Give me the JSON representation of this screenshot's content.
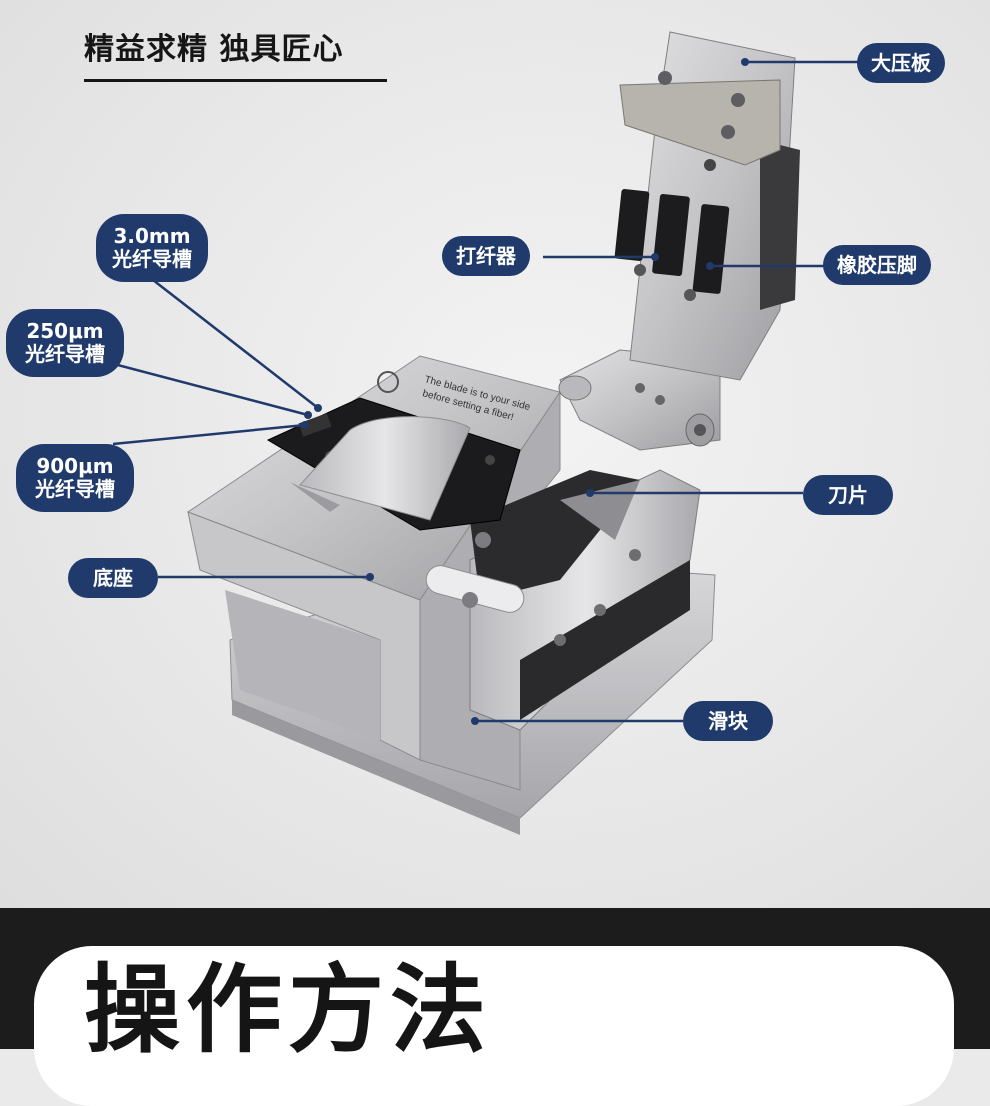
{
  "header": {
    "title": "精益求精  独具匠心"
  },
  "labels": {
    "top_plate": "大压板",
    "fiber_striker": "打纤器",
    "rubber_foot": "橡胶压脚",
    "groove_3mm_line1": "3.0mm",
    "groove_3mm_line2": "光纤导槽",
    "groove_250_line1": "250μm",
    "groove_250_line2": "光纤导槽",
    "groove_900_line1": "900μm",
    "groove_900_line2": "光纤导槽",
    "blade": "刀片",
    "base": "底座",
    "slider": "滑块"
  },
  "device_print": {
    "line1": "The blade is to your side",
    "line2": "before setting a fiber!"
  },
  "section": {
    "title": "操作方法"
  },
  "colors": {
    "callout_bg": "#1f3a6b",
    "leader_line": "#1f3a6b",
    "bottom_band": "#1c1c1c",
    "metal": "#c9c9cb"
  }
}
